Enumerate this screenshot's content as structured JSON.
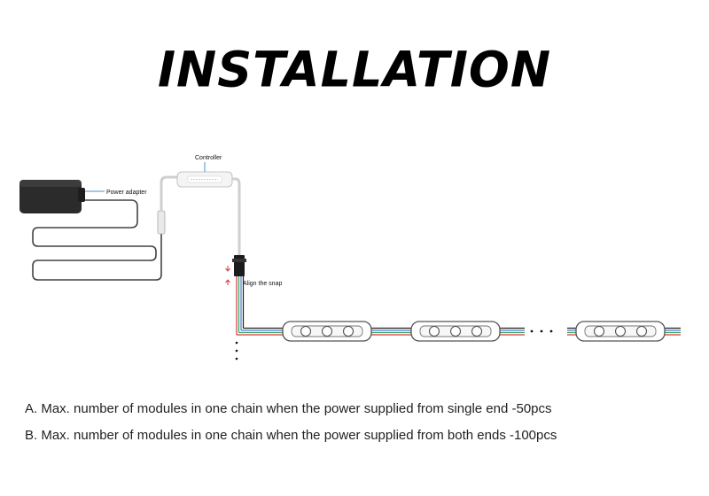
{
  "title": "INSTALLATION",
  "diagram": {
    "labels": {
      "controller": "Controller",
      "power_adapter": "Power adapter",
      "align_snap": "Align the snap"
    },
    "continuation": "· · ·",
    "wire_colors": {
      "red": "#d63a3a",
      "green": "#3aa36b",
      "blue": "#4a7fcf",
      "black": "#222222"
    }
  },
  "notes": [
    "A. Max. number of modules in one chain when the power supplied from single end -50pcs",
    "B. Max. number of modules in one chain when the power supplied from both ends -100pcs"
  ]
}
